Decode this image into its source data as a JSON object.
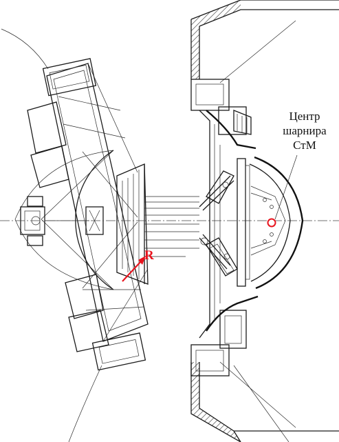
{
  "labels": {
    "hinge_line1": "Центр",
    "hinge_line2": "шарнира",
    "hinge_line3": "СтМ",
    "radius": "R"
  },
  "colors": {
    "accent": "#e8141e",
    "ink": "#111111"
  }
}
